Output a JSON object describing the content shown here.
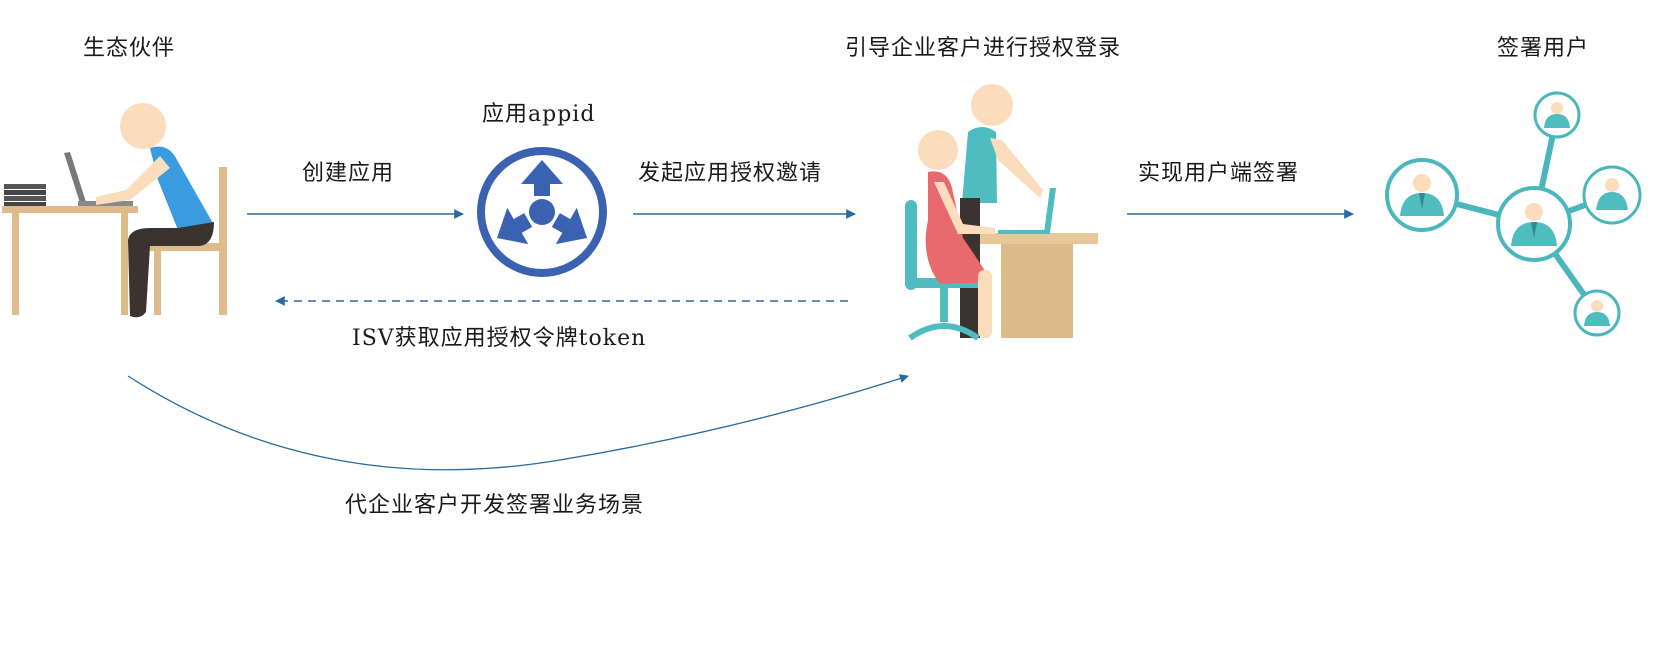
{
  "labels": {
    "partner": "生态伙伴",
    "guide": "引导企业客户进行授权登录",
    "signer": "签署用户",
    "appid": "应用appid",
    "create": "创建应用",
    "invite": "发起应用授权邀请",
    "realize": "实现用户端签署",
    "token": "ISV获取应用授权令牌token",
    "develop": "代企业客户开发签署业务场景"
  },
  "colors": {
    "arrow": "#2a6a9e",
    "appIcon": "#3a62b0",
    "network": "#4bb7bd",
    "skin": "#fbdcbc",
    "desk": "#ddbb8a",
    "shirtBlue": "#3b9be0",
    "pants": "#3a3330",
    "dress": "#e96a6e",
    "teal": "#4fbcc0"
  },
  "icons": {
    "partner": "person-at-laptop-icon",
    "app": "app-arrows-icon",
    "customer": "customer-office-icon",
    "network": "user-network-icon"
  }
}
